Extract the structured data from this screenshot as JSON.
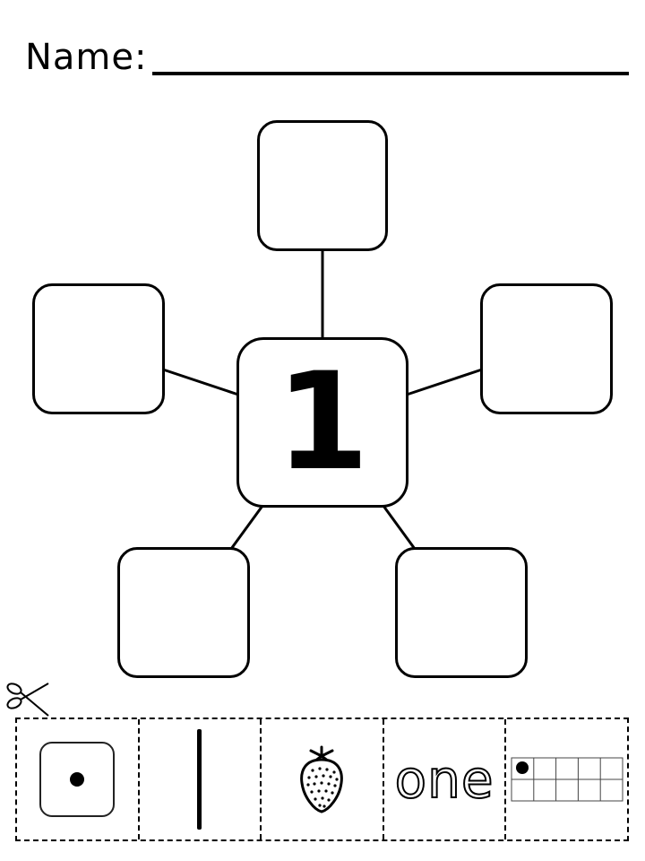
{
  "header": {
    "name_label": "Name:"
  },
  "center": {
    "number": "1"
  },
  "outer_boxes": [
    "top-box",
    "left-box",
    "right-box",
    "bottom-left-box",
    "bottom-right-box"
  ],
  "cut_strip": {
    "cells": [
      {
        "kind": "dice",
        "icon": "dice-one-icon"
      },
      {
        "kind": "tally",
        "icon": "tally-mark-icon"
      },
      {
        "kind": "picture",
        "icon": "strawberry-icon"
      },
      {
        "kind": "word",
        "text": "one"
      },
      {
        "kind": "ten-frame",
        "filled": 1,
        "total": 10
      }
    ]
  }
}
